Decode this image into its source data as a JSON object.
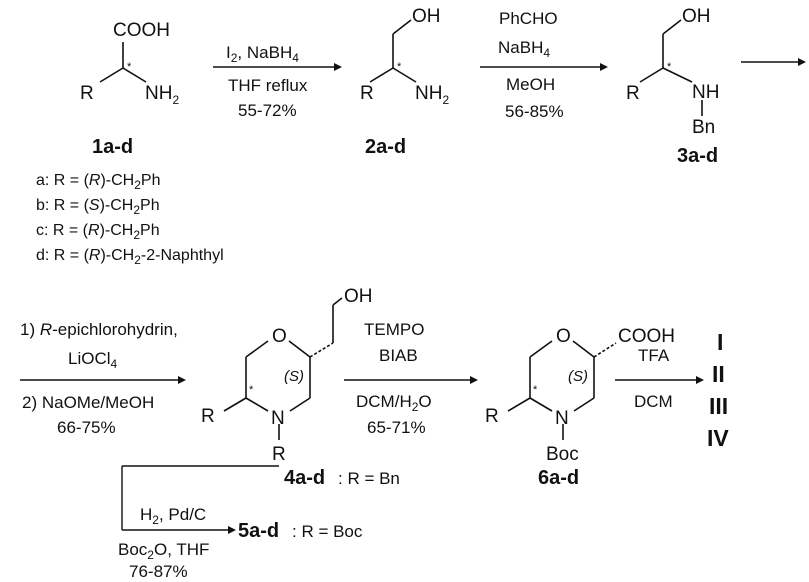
{
  "compounds": {
    "c1": "1a-d",
    "c2": "2a-d",
    "c3": "3a-d",
    "c4": "4a-d",
    "c5": "5a-d",
    "c6": "6a-d"
  },
  "labels": {
    "cooh": "COOH",
    "oh": "OH",
    "nh": "NH",
    "bn": "Bn",
    "r": "R",
    "o": "O",
    "n": "N",
    "boc": "Boc",
    "star": "*",
    "s_stereo": "(S)",
    "two": "2"
  },
  "r_definitions": {
    "a_prefix": "a: R = (",
    "a_conf": "R",
    "a_suffix": ")-CH",
    "a_tail": "Ph",
    "b_prefix": "b: R = (",
    "b_conf": "S",
    "b_suffix": ")-CH",
    "b_tail": "Ph",
    "c_prefix": "c: R = (",
    "c_conf": "R",
    "c_suffix": ")-CH",
    "c_tail": "Ph",
    "d_prefix": "d: R = (",
    "d_conf": "R",
    "d_suffix": ")-CH",
    "d_tail": "-2-Naphthyl"
  },
  "steps": {
    "s1_line1_a": "I",
    "s1_line1_b": ", NaBH",
    "s1_line2": "THF reflux",
    "s1_yield": "55-72%",
    "s2_line1": "PhCHO",
    "s2_line2": "NaBH",
    "s2_line3": "MeOH",
    "s2_yield": "56-85%",
    "s3_line1_num": "1) ",
    "s3_line1_italic": "R",
    "s3_line1_rest": "-epichlorohydrin,",
    "s3_line2": "LiOCl",
    "s3_line3": "2) NaOMe/MeOH",
    "s3_yield": "66-75%",
    "s4_line1": "TEMPO",
    "s4_line2": "BIAB",
    "s4_line3_a": "DCM/H",
    "s4_line3_b": "O",
    "s4_yield": "65-71%",
    "s5_line1": "TFA",
    "s5_line2": "DCM",
    "s6_line1_a": "H",
    "s6_line1_b": ", Pd/C",
    "s6_line2_a": "Boc",
    "s6_line2_b": "O, THF",
    "s6_yield": "76-87%"
  },
  "r_groups": {
    "r4": ": R = Bn",
    "r5": ": R = Boc"
  },
  "products": [
    "I",
    "II",
    "III",
    "IV"
  ]
}
